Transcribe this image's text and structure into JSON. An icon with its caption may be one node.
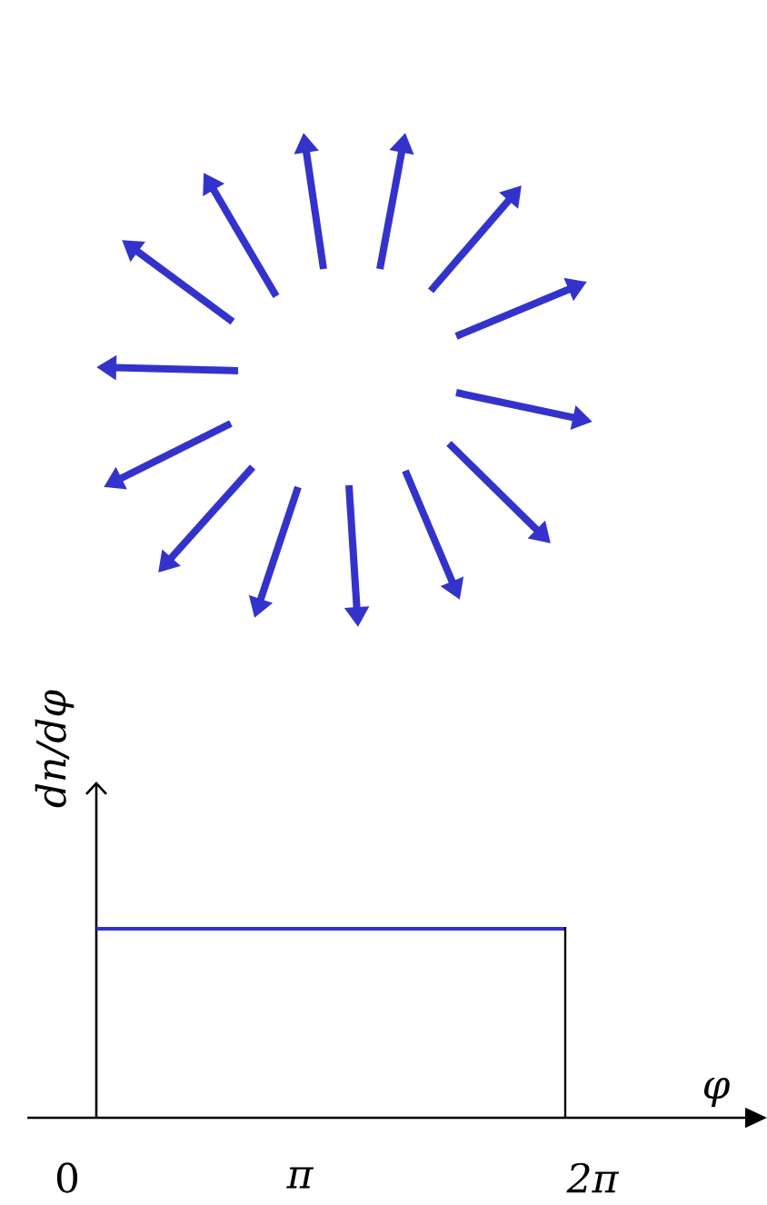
{
  "diagram": {
    "labels": [
      "dn/dφ",
      "φ",
      "0",
      "π",
      "2π"
    ]
  }
}
